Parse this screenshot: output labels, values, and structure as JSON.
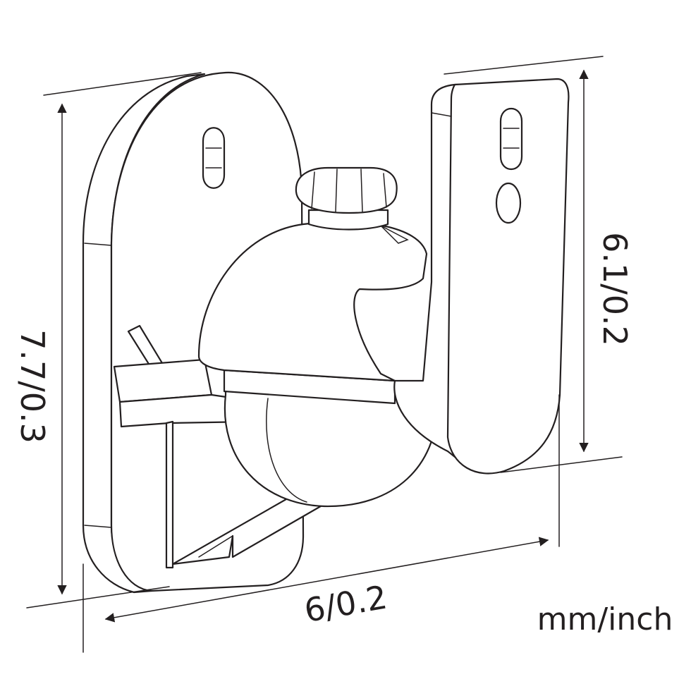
{
  "dimensions": {
    "height_total": "7.7/0.3",
    "height_arm": "6.1/0.2",
    "depth": "6/0.2"
  },
  "units": "mm/inch",
  "colors": {
    "line": "#231f20",
    "background": "#ffffff"
  }
}
